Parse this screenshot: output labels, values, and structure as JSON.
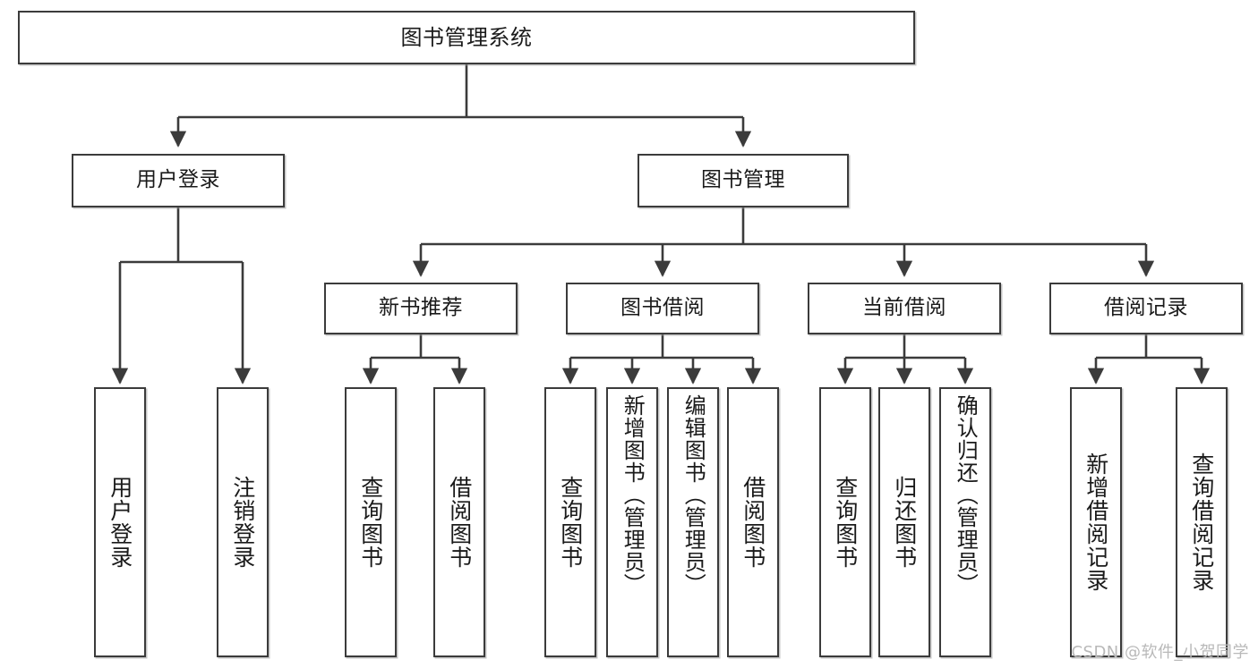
{
  "diagram": {
    "title": "图书管理系统",
    "watermark": "CSDN @软件_小贺同学",
    "stroke_color": "#3b3b3b",
    "fill_color": "#ffffff",
    "text_color": "#1a1a1a",
    "levels": {
      "root": {
        "label": "图书管理系统"
      },
      "level2": [
        {
          "id": "user-login",
          "label": "用户登录"
        },
        {
          "id": "book-management",
          "label": "图书管理"
        }
      ],
      "level3": [
        {
          "id": "new-book-recommend",
          "label": "新书推荐"
        },
        {
          "id": "book-borrow",
          "label": "图书借阅"
        },
        {
          "id": "current-borrow",
          "label": "当前借阅"
        },
        {
          "id": "borrow-record",
          "label": "借阅记录"
        }
      ],
      "leaves": [
        {
          "id": "leaf-user-login",
          "label": "用户登录",
          "parent": "user-login"
        },
        {
          "id": "leaf-logout-login",
          "label": "注销登录",
          "parent": "user-login"
        },
        {
          "id": "leaf-query-book-1",
          "label": "查询图书",
          "parent": "new-book-recommend"
        },
        {
          "id": "leaf-borrow-book-1",
          "label": "借阅图书",
          "parent": "new-book-recommend"
        },
        {
          "id": "leaf-query-book-2",
          "label": "查询图书",
          "parent": "book-borrow"
        },
        {
          "id": "leaf-add-book",
          "label": "新增图书（管理员）",
          "parent": "book-borrow"
        },
        {
          "id": "leaf-edit-book",
          "label": "编辑图书（管理员）",
          "parent": "book-borrow"
        },
        {
          "id": "leaf-borrow-book-2",
          "label": "借阅图书",
          "parent": "book-borrow"
        },
        {
          "id": "leaf-query-book-3",
          "label": "查询图书",
          "parent": "current-borrow"
        },
        {
          "id": "leaf-return-book",
          "label": "归还图书",
          "parent": "current-borrow"
        },
        {
          "id": "leaf-confirm-return",
          "label": "确认归还（管理员）",
          "parent": "current-borrow"
        },
        {
          "id": "leaf-add-borrow-record",
          "label": "新增借阅记录",
          "parent": "borrow-record"
        },
        {
          "id": "leaf-query-borrow-record",
          "label": "查询借阅记录",
          "parent": "borrow-record"
        }
      ]
    }
  }
}
